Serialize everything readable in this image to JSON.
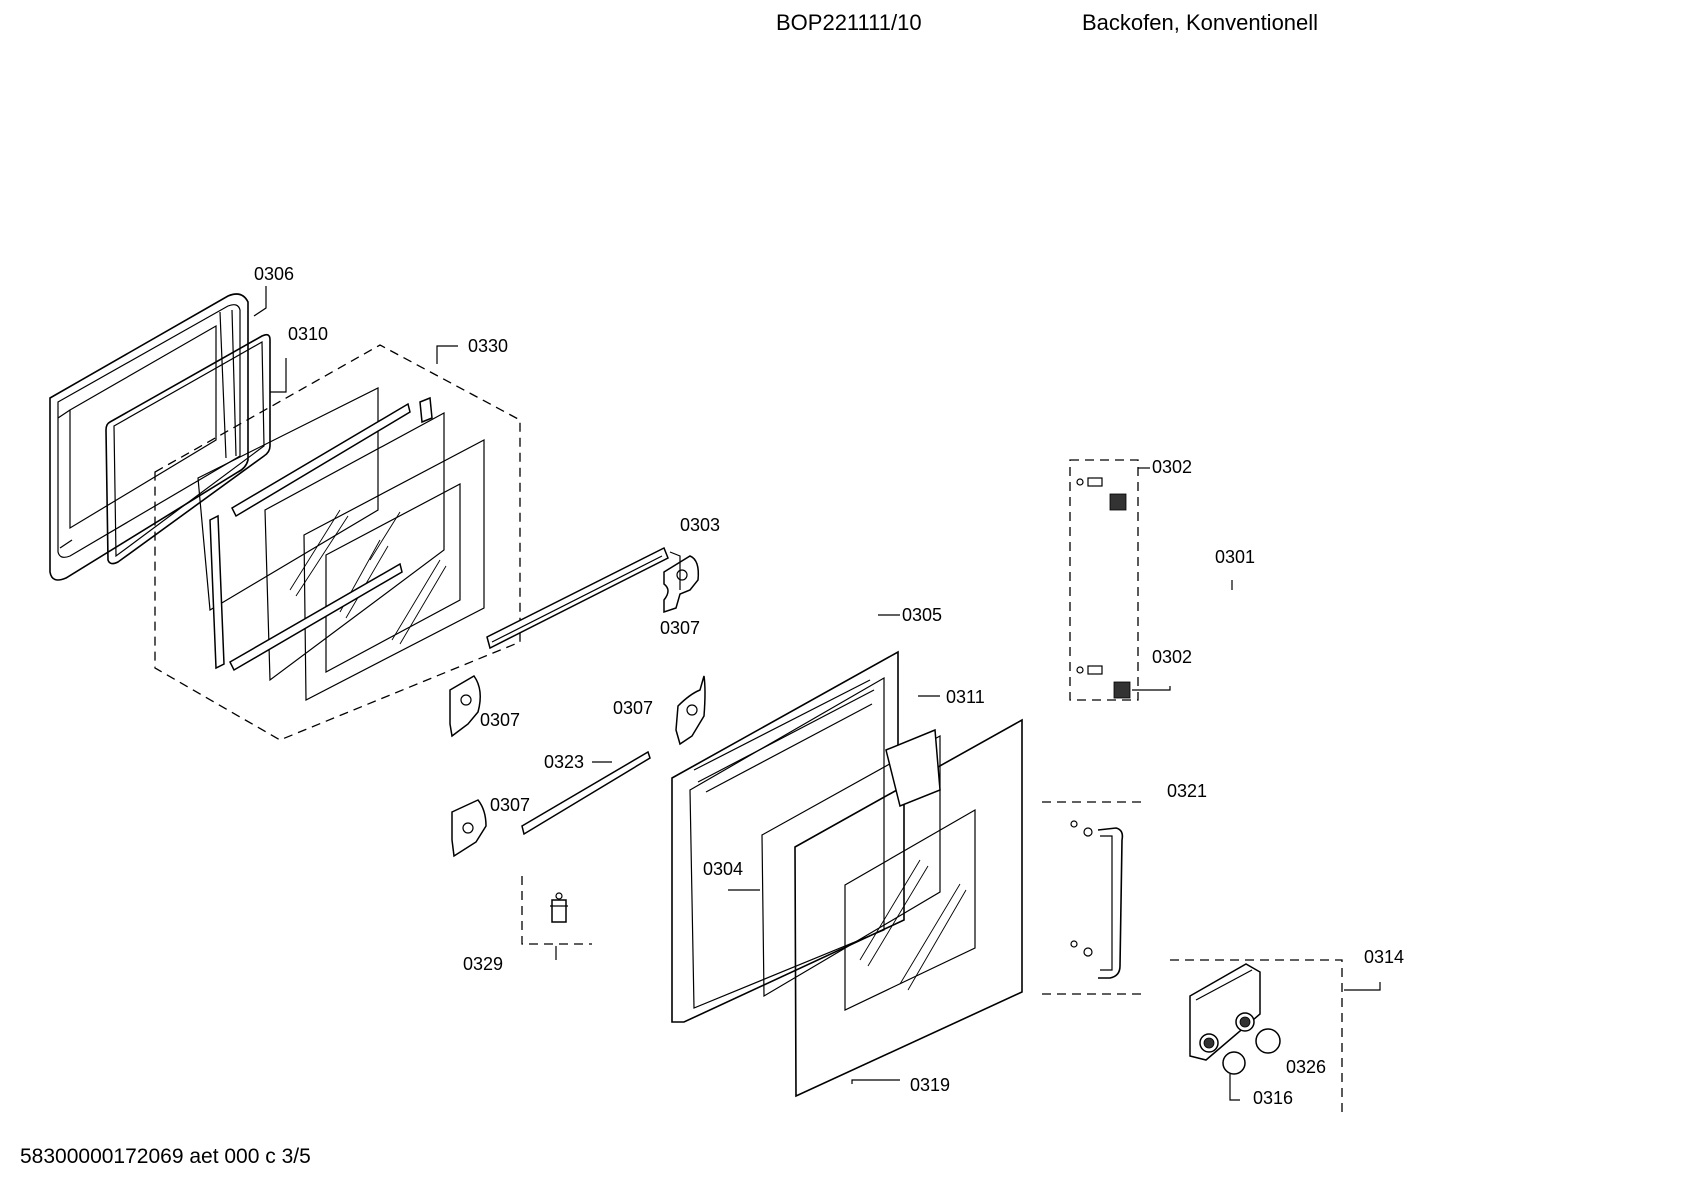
{
  "header": {
    "model": "BOP221111/10",
    "description": "Backofen, Konventionell"
  },
  "footer": {
    "document_code": "58300000172069 aet 000 c 3/5"
  },
  "parts": {
    "p0306": "0306",
    "p0310": "0310",
    "p0330": "0330",
    "p0302a": "0302",
    "p0302b": "0302",
    "p0301": "0301",
    "p0303": "0303",
    "p0307a": "0307",
    "p0307b": "0307",
    "p0307c": "0307",
    "p0307d": "0307",
    "p0305": "0305",
    "p0311": "0311",
    "p0323": "0323",
    "p0321": "0321",
    "p0304": "0304",
    "p0329": "0329",
    "p0314": "0314",
    "p0326": "0326",
    "p0316": "0316",
    "p0319": "0319"
  }
}
